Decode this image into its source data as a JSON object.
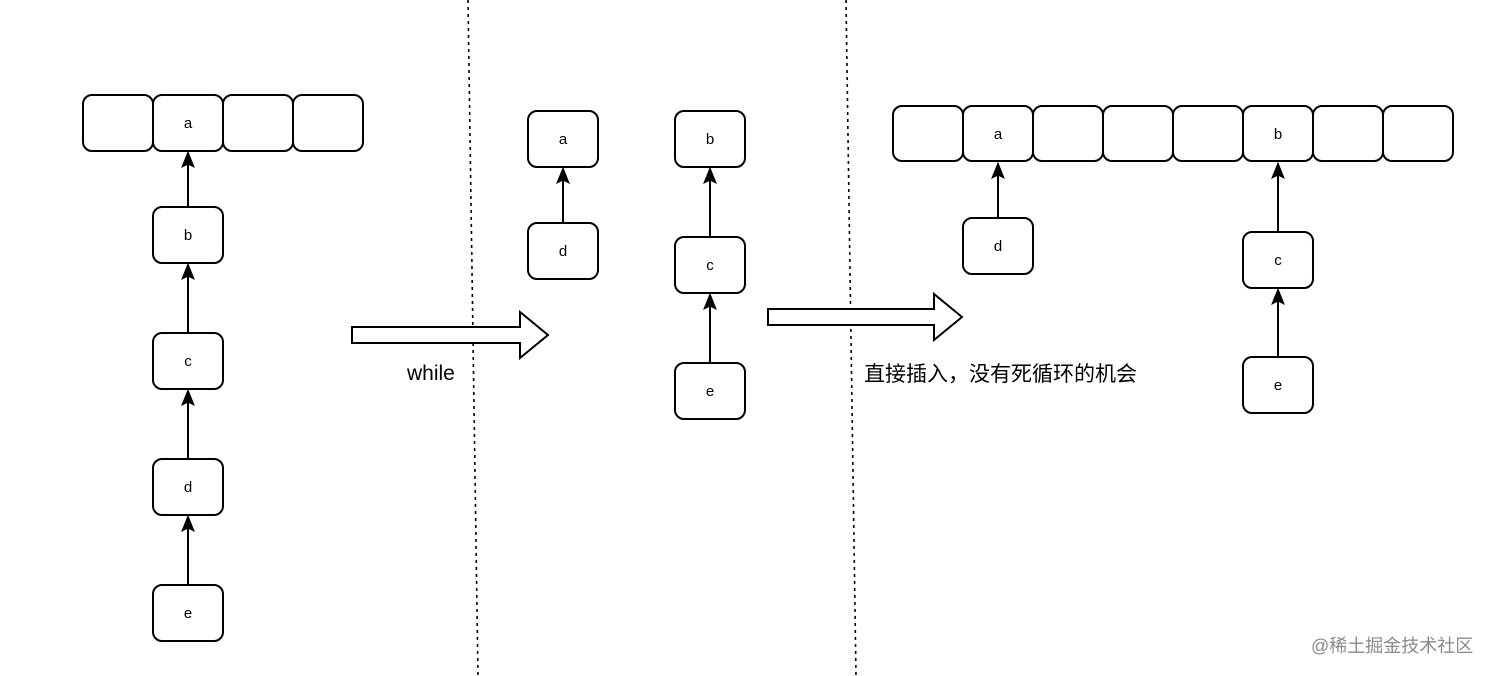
{
  "panels": [
    {
      "bucket_cells": [
        "",
        "a",
        "",
        ""
      ],
      "chains": [
        {
          "attached_to_cell": 1,
          "nodes": [
            "b",
            "c",
            "d",
            "e"
          ]
        }
      ]
    },
    {
      "chains": [
        {
          "nodes": [
            "a",
            "d"
          ]
        },
        {
          "nodes": [
            "b",
            "c",
            "e"
          ]
        }
      ]
    },
    {
      "bucket_cells": [
        "",
        "a",
        "",
        "",
        "",
        "b",
        "",
        ""
      ],
      "chains": [
        {
          "attached_to_cell": 1,
          "nodes": [
            "d"
          ]
        },
        {
          "attached_to_cell": 5,
          "nodes": [
            "c",
            "e"
          ]
        }
      ]
    }
  ],
  "transitions": {
    "first_label": "while",
    "second_label": "直接插入，没有死循环的机会"
  },
  "watermark": "@稀土掘金技术社区",
  "colors": {
    "stroke": "#000000",
    "fill": "#ffffff",
    "watermark": "#8a8a8a"
  }
}
